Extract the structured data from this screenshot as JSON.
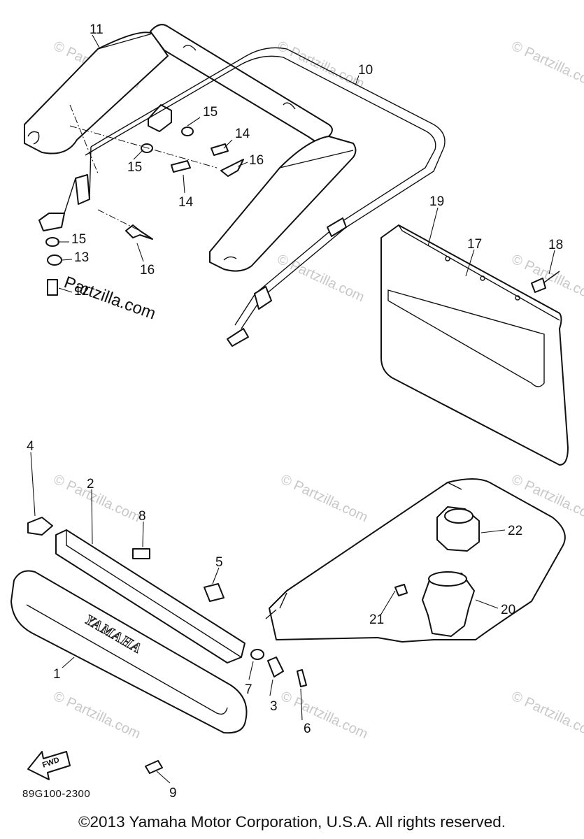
{
  "callouts": [
    "1",
    "2",
    "3",
    "4",
    "5",
    "6",
    "7",
    "8",
    "9",
    "10",
    "11",
    "12",
    "13",
    "14",
    "14",
    "15",
    "15",
    "15",
    "16",
    "16",
    "17",
    "18",
    "19",
    "20",
    "21",
    "22"
  ],
  "watermark": {
    "main": "Partzilla.com",
    "faint": "Partzilla.com",
    "symbol": "©"
  },
  "logo_text": "YAMAHA",
  "fwd_text": "FWD",
  "diagram_code": "89G100-2300",
  "copyright": "©2013 Yamaha Motor Corporation, U.S.A. All rights reserved."
}
